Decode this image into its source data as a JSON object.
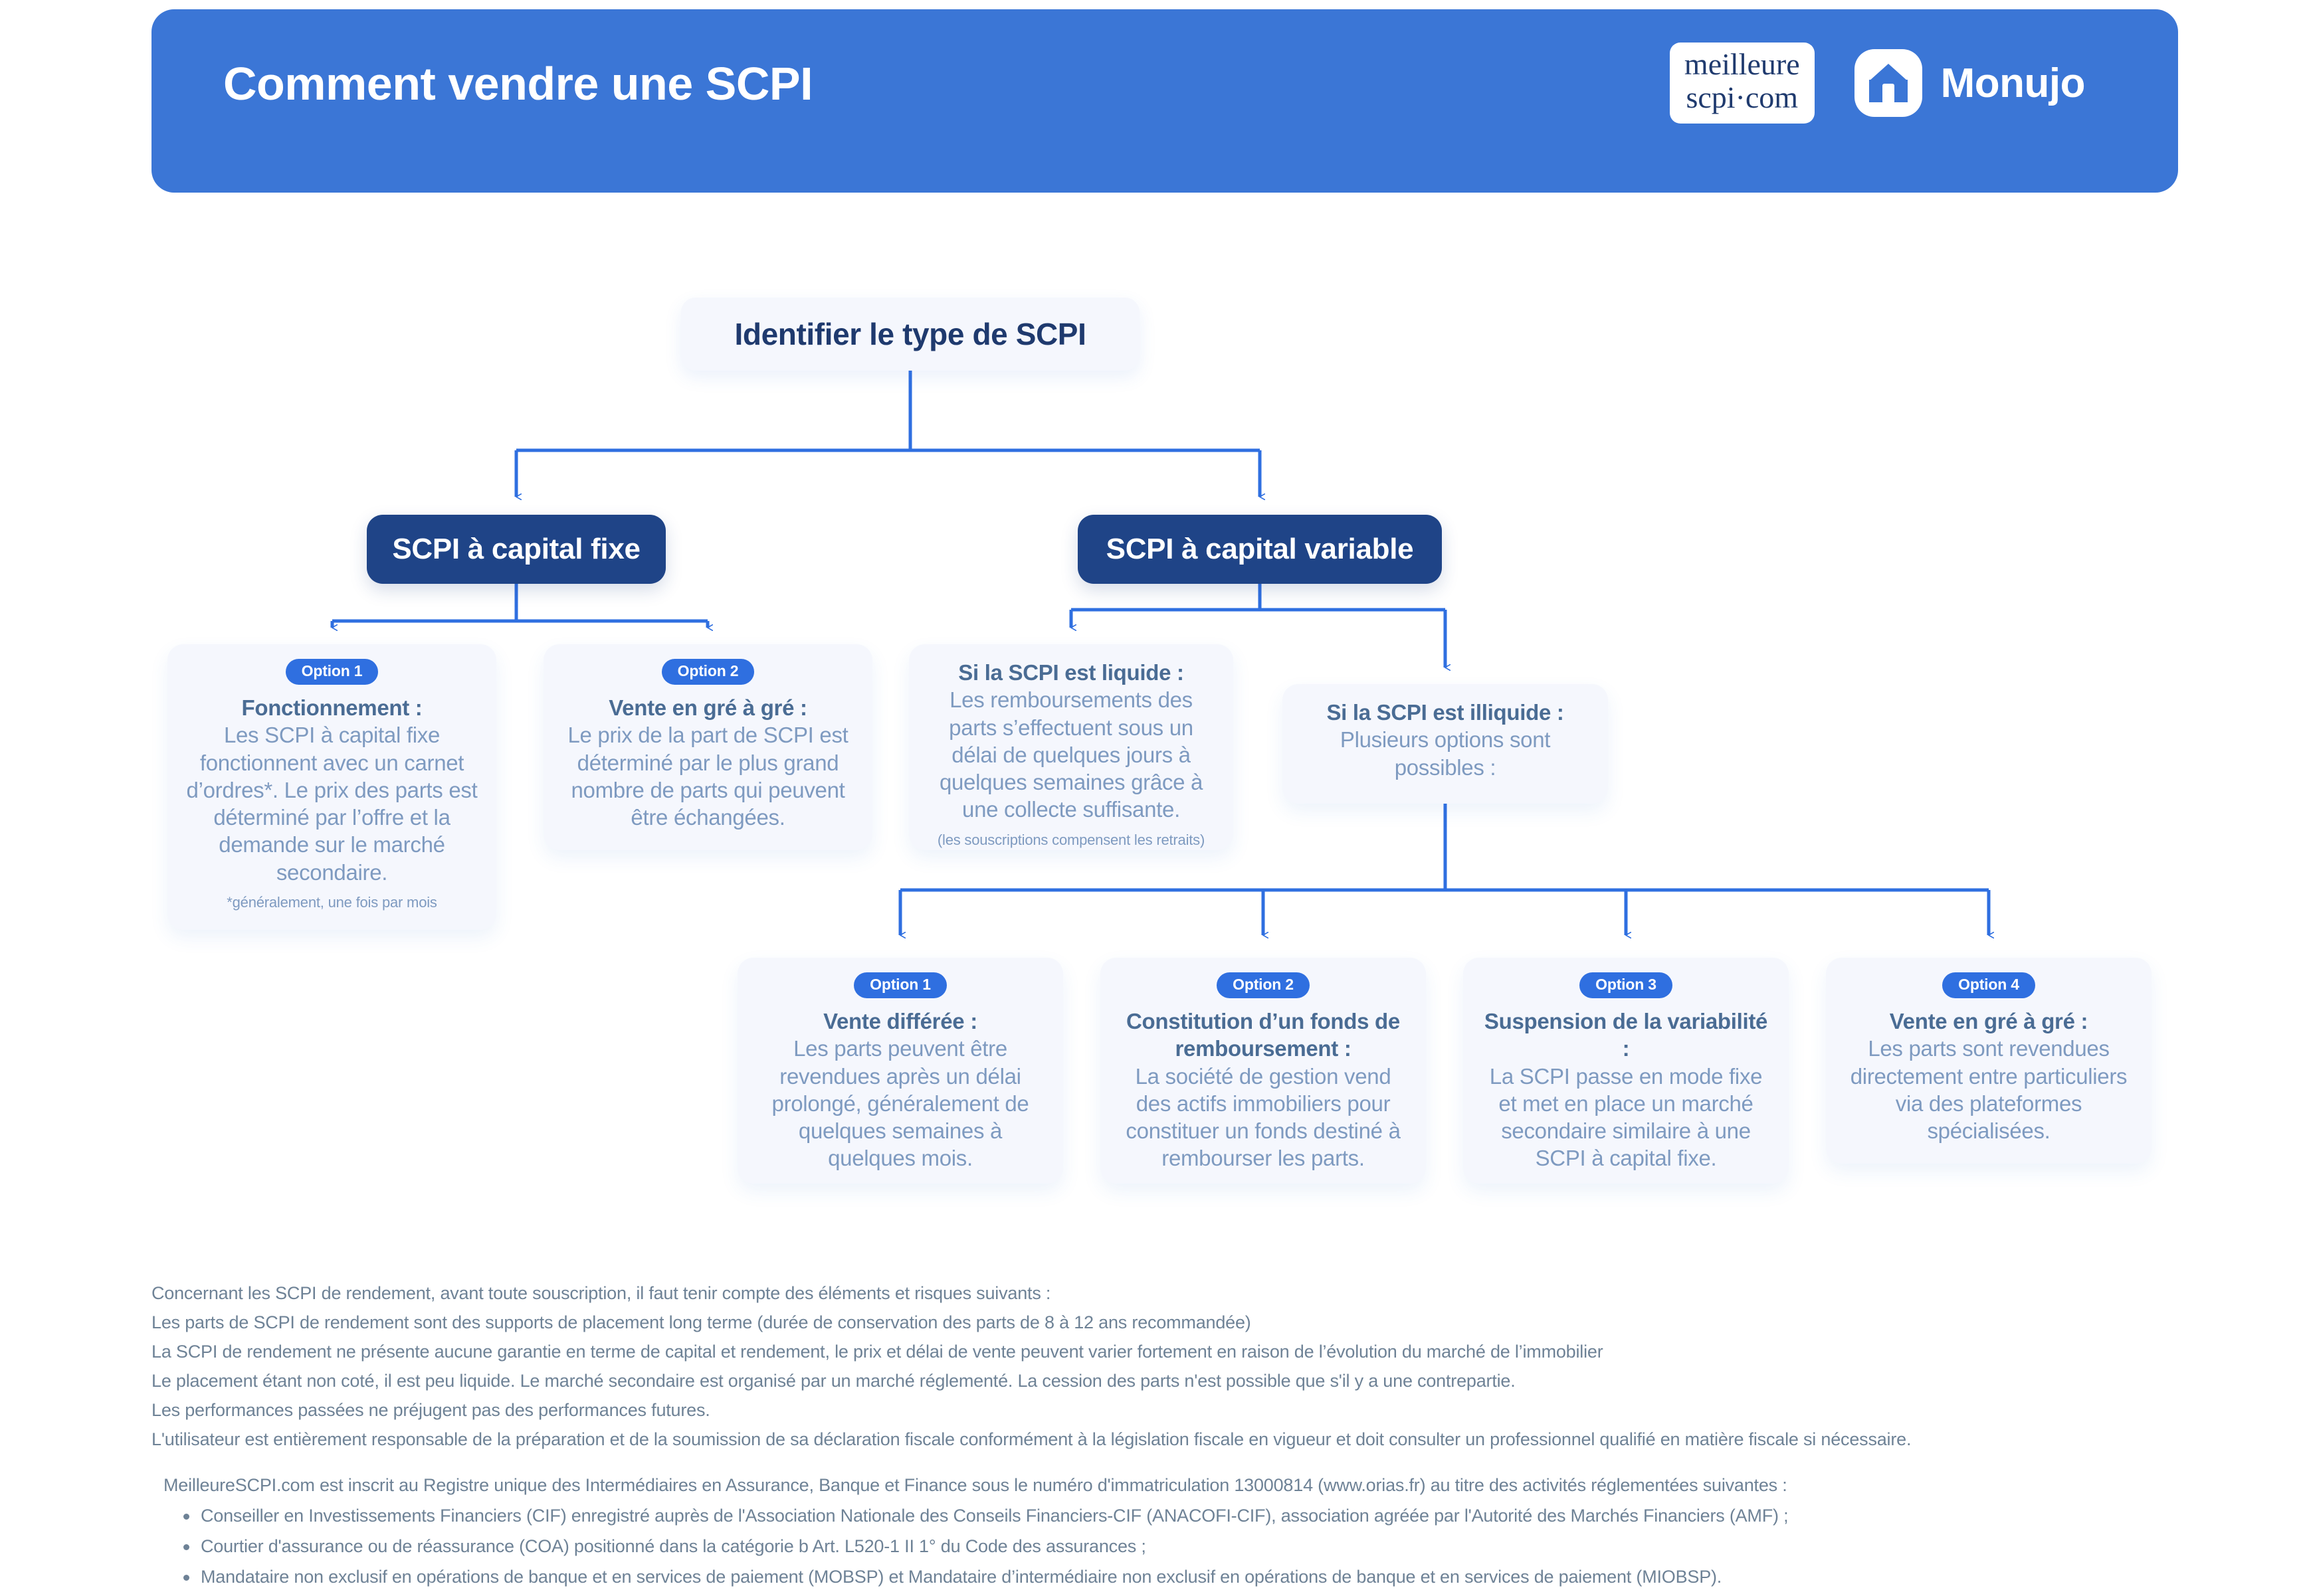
{
  "header": {
    "title": "Comment vendre une SCPI",
    "logo_meilleure_line1": "meilleure",
    "logo_meilleure_line2": "scpi·com",
    "logo_monujo": "Monujo",
    "brand_blue": "#3b76d6"
  },
  "diagram": {
    "root": {
      "label": "Identifier le type de SCPI"
    },
    "branch_fixe": {
      "label": "SCPI à capital fixe"
    },
    "branch_variable": {
      "label": "SCPI à capital variable"
    },
    "fixe_options": [
      {
        "pill": "Option 1",
        "heading": "Fonctionnement :",
        "body": "Les SCPI à capital fixe fonctionnent avec un carnet d’ordres*. Le prix des parts est déterminé par l’offre et la demande sur le marché secondaire.",
        "note": "*généralement, une fois par mois"
      },
      {
        "pill": "Option 2",
        "heading": "Vente en gré à gré :",
        "body": "Le prix de la part de SCPI est déterminé par le plus grand nombre de parts qui peuvent être échangées.",
        "note": ""
      }
    ],
    "variable_states": [
      {
        "heading": "Si la SCPI est liquide :",
        "body": "Les remboursements des parts s’effectuent sous un délai de quelques jours à quelques semaines grâce à une collecte suffisante.",
        "note": "(les souscriptions compensent les retraits)"
      },
      {
        "heading": "Si la SCPI est illiquide :",
        "body": "Plusieurs options sont possibles :",
        "note": ""
      }
    ],
    "illiquide_options": [
      {
        "pill": "Option 1",
        "heading": "Vente différée :",
        "body": "Les parts peuvent être revendues après un délai prolongé, généralement de quelques semaines à quelques mois."
      },
      {
        "pill": "Option 2",
        "heading": "Constitution d’un fonds de remboursement :",
        "body": "La société de gestion vend des actifs immobiliers pour constituer un fonds destiné à rembourser les parts."
      },
      {
        "pill": "Option 3",
        "heading": "Suspension de la variabilité :",
        "body": "La SCPI passe en mode fixe et met en place un marché secondaire similaire à une SCPI à capital fixe."
      },
      {
        "pill": "Option 4",
        "heading": "Vente en gré à gré :",
        "body": "Les parts sont revendues directement entre particuliers via des plateformes spécialisées."
      }
    ]
  },
  "footer": {
    "risk_lines": [
      "Concernant les SCPI de rendement, avant toute souscription, il faut tenir compte des éléments et risques suivants :",
      "Les parts de SCPI de rendement sont des supports de placement long terme (durée de conservation des parts de 8 à 12 ans recommandée)",
      "La SCPI de rendement ne présente aucune garantie en terme de capital et rendement, le prix et délai de vente peuvent varier fortement en raison de l’évolution du marché de l’immobilier",
      "Le placement étant non coté, il est peu liquide. Le marché secondaire est organisé par un marché réglementé. La cession des parts n'est possible que s'il y a une contrepartie.",
      "Les performances passées ne préjugent pas des performances futures.",
      "L'utilisateur est entièrement responsable de la préparation et de la soumission de sa déclaration fiscale conformément à la législation fiscale en vigueur et doit consulter un professionnel qualifié en matière fiscale si nécessaire."
    ],
    "registration_intro": "MeilleureSCPI.com est inscrit au Registre unique des Intermédiaires en Assurance, Banque et Finance sous le numéro d'immatriculation 13000814 (www.orias.fr) au titre des activités réglementées suivantes :",
    "registration_items": [
      "Conseiller en Investissements Financiers (CIF) enregistré auprès de l'Association Nationale des Conseils Financiers-CIF (ANACOFI-CIF), association agréée par l'Autorité des Marchés Financiers (AMF) ;",
      "Courtier d'assurance ou de réassurance (COA) positionné dans la catégorie b Art. L520-1 II 1° du Code des assurances ;",
      "Mandataire non exclusif en opérations de banque et en services de paiement (MOBSP) et Mandataire d’intermédiaire non exclusif en opérations de banque et en services de paiement (MIOBSP)."
    ]
  }
}
